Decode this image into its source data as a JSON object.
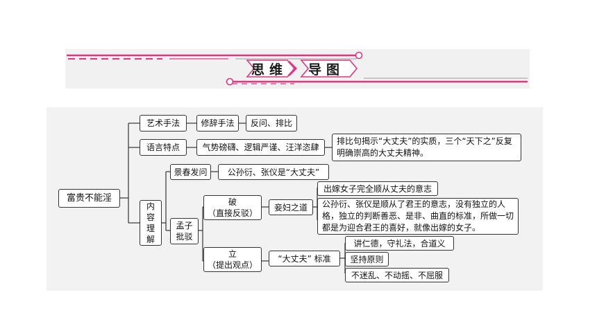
{
  "banner": {
    "title_chars": [
      "思",
      "维",
      "导",
      "图"
    ],
    "colors": {
      "accent": "#e0357e",
      "line": "#9a9a9a",
      "background": "#f1f1f1"
    }
  },
  "mindmap": {
    "root": "富贵不能淫",
    "art": {
      "label": "艺术手法",
      "sub": "修辞手法",
      "items": "反问、排比"
    },
    "lang": {
      "label": "语言特点",
      "sub": "气势磅礴、逻辑严谨、汪洋恣肆",
      "note": "排比句揭示“大丈夫”的实质，三个“天下之”反复明确崇高的大丈夫精神。"
    },
    "content": {
      "label_chars": [
        "内",
        "容",
        "理",
        "解"
      ],
      "jingchun": {
        "label": "景春发问",
        "answer": "公孙衍、张仪是“大丈夫”"
      },
      "mengzi": {
        "label_lines": [
          "孟子",
          "批驳"
        ],
        "po": {
          "label_lines": [
            "破",
            "（直接反驳）"
          ],
          "dao": "妾妇之道",
          "point1": "出嫁女子完全顺从丈夫的意志",
          "point2": "公孙衍、张仪是顺从了君王的意志，没有独立的人格，独立的判断善恶、是非、曲直的标准，所做一切都是为迎合君王的喜好，就像出嫁的女子。"
        },
        "li": {
          "label_lines": [
            "立",
            "（提出观点）"
          ],
          "standard": "“大丈夫” 标准",
          "items": [
            "讲仁德，守礼法，合道义",
            "坚持原则",
            "不迷乱、不动摇、不屈服"
          ]
        }
      }
    },
    "colors": {
      "border": "#333333",
      "connector": "#333333",
      "panel": "#f2f2f2"
    }
  }
}
